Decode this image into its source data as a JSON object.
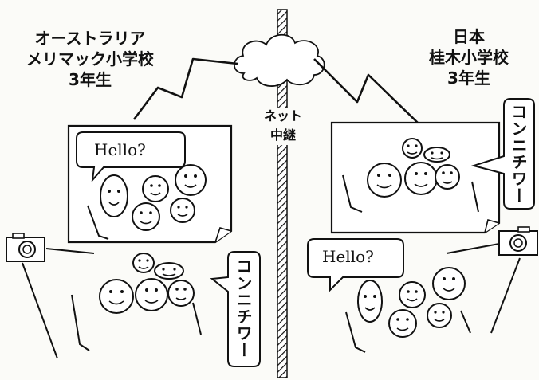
{
  "left": {
    "line1": "オーストラリア",
    "line2": "メリマック小学校",
    "line3": "3年生",
    "screen_bubble": "Hello?",
    "front_bubble": "コンニチワー"
  },
  "right": {
    "line1": "日本",
    "line2": "桂木小学校",
    "line3": "3年生",
    "screen_bubble": "コンニチワー",
    "front_bubble": "Hello?"
  },
  "center": {
    "line1": "ネット",
    "line2": "中継"
  },
  "icons": {
    "camera": "camera-icon",
    "cloud": "cloud-icon"
  },
  "colors": {
    "ink": "#111111",
    "paper": "#fbfbf8"
  }
}
